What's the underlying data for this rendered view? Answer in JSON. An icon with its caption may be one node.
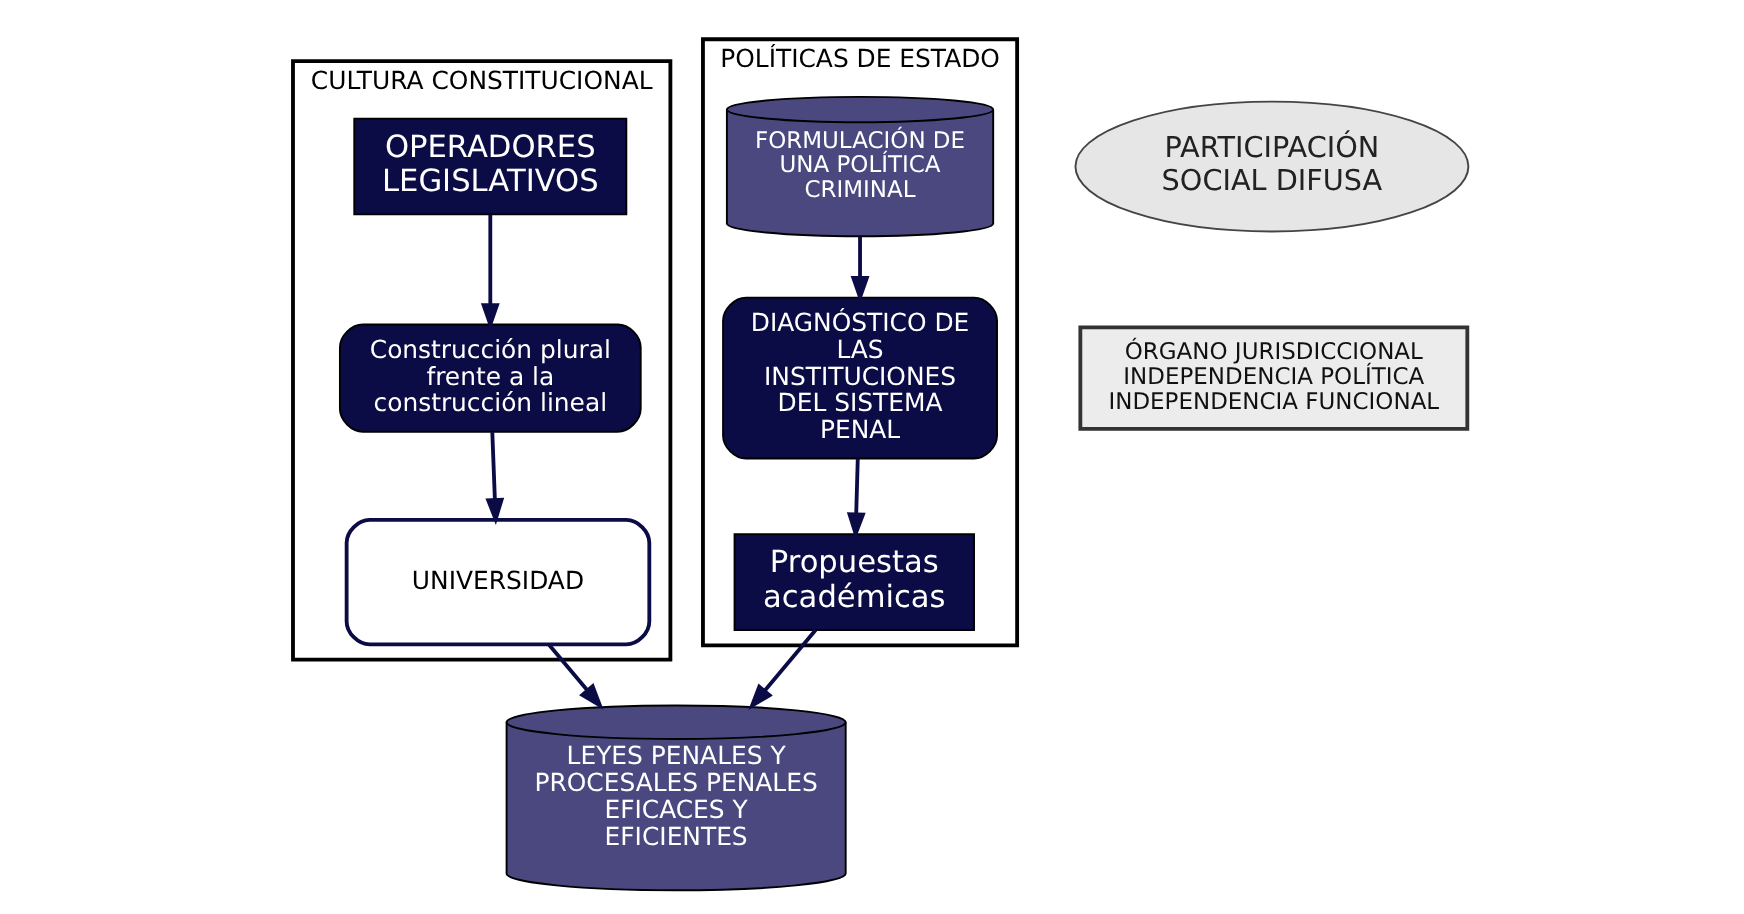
{
  "diagram": {
    "nodes": [
      {
        "text": [
          "CULTURA CONSTITUCIONAL"
        ]
      },
      {
        "text": [
          "OPERADORES LEGISLATIVOS"
        ],
        "in": 0
      },
      {
        "text": [
          "Construcción plural frente a la construcción lineal"
        ],
        "in": 0
      },
      {
        "text": [
          "UNIVERSIDAD"
        ],
        "in": 0
      },
      {
        "text": [
          "PARTICIPACIÓN SOCIAL DIFUSA"
        ]
      },
      {
        "text": [
          "ÓRGANO JURISDICCIONAL",
          "INDEPENDENCIA POLÍTICA",
          "INDEPENDENCIA FUNCIONAL"
        ]
      },
      {
        "text": [
          "POLÍTICAS DE ESTADO"
        ]
      },
      {
        "text": [
          "FORMULACIÓN DE UNA POLÍTICA CRIMINAL"
        ],
        "in": 6
      },
      {
        "text": [
          "DIAGNÓSTICO DE LAS INSTITUCIONES DEL SISTEMA PENAL"
        ],
        "in": 6
      },
      {
        "text": [
          "Propuestas académicas"
        ],
        "in": 6
      },
      {
        "text": [
          "LEYES PENALES Y PROCESALES PENALES EFICACES Y EFICIENTES"
        ]
      }
    ],
    "edges": [
      {
        "from": 1,
        "to": 2,
        "arrow": "to"
      },
      {
        "from": 2,
        "to": 3,
        "arrow": "to"
      },
      {
        "from": 3,
        "to": 10,
        "arrow": "to"
      },
      {
        "from": 7,
        "to": 8,
        "arrow": "to"
      },
      {
        "from": 8,
        "to": 9,
        "arrow": "to"
      },
      {
        "from": 9,
        "to": 10,
        "arrow": "to"
      }
    ]
  }
}
